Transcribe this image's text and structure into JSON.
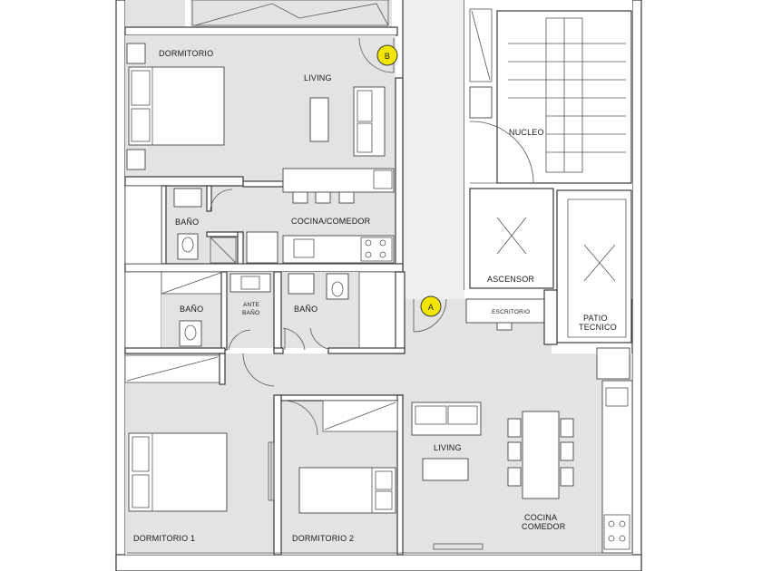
{
  "plan": {
    "colors": {
      "floor": "#e3e3e3",
      "wall": "#ffffff",
      "outline": "#3a3a3a",
      "marker_fill": "#f2e600"
    },
    "markers": {
      "a": "A",
      "b": "B"
    },
    "rooms": {
      "dormitorio_top": "DORMITORIO",
      "living_top": "LIVING",
      "bano_top": "BAÑO",
      "cocina_comedor_top": "COCINA/COMEDOR",
      "bano_left": "BAÑO",
      "ante_bano_1": "ANTE",
      "ante_bano_2": "BAÑO",
      "bano_mid": "BAÑO",
      "nucleo": "NUCLEO",
      "ascensor": "ASCENSOR",
      "escritorio": "ESCRITORIO",
      "patio_1": "PATIO",
      "patio_2": "TECNICO",
      "living_bottom": "LIVING",
      "cocina_1": "COCINA",
      "cocina_2": "COMEDOR",
      "dormitorio_1": "DORMITORIO 1",
      "dormitorio_2": "DORMITORIO 2"
    }
  }
}
